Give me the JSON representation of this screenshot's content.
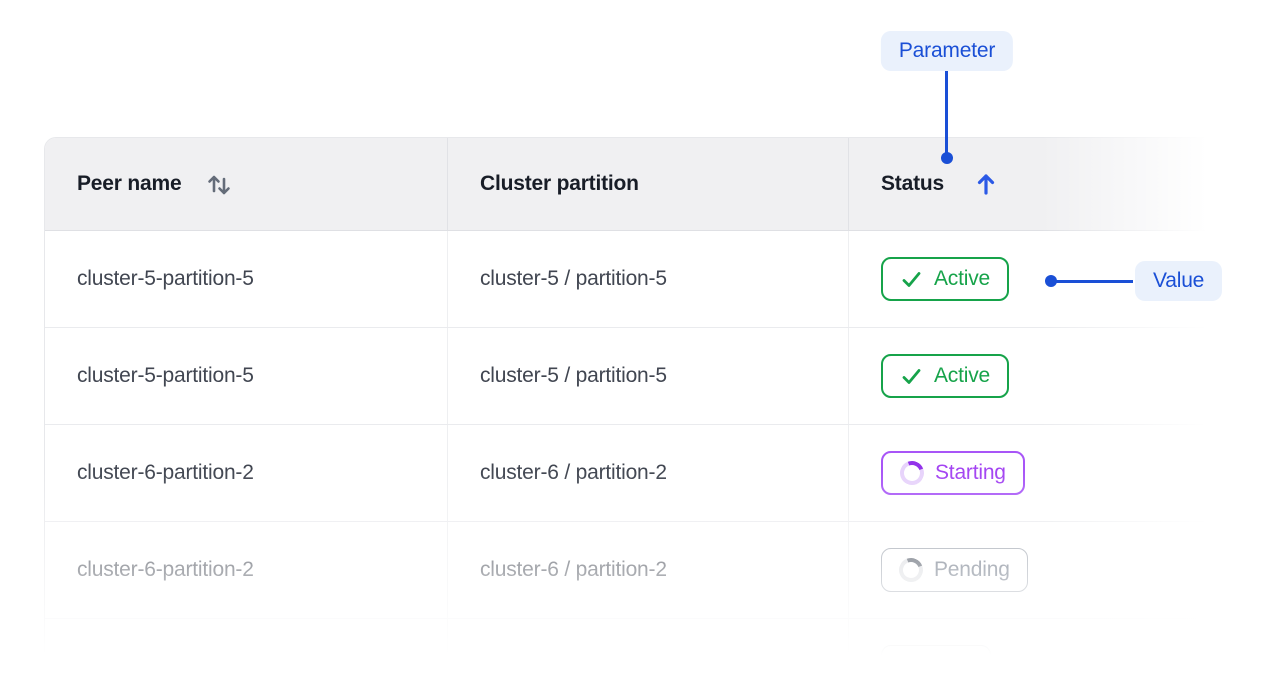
{
  "annotations": {
    "parameter_label": "Parameter",
    "value_label": "Value"
  },
  "table": {
    "columns": [
      {
        "label": "Peer name",
        "sortable": true,
        "sort_state": "none"
      },
      {
        "label": "Cluster partition",
        "sortable": false
      },
      {
        "label": "Status",
        "sortable": true,
        "sort_state": "ascending"
      }
    ],
    "rows": [
      {
        "peer_name": "cluster-5-partition-5",
        "cluster_partition": "cluster-5 / partition-5",
        "status": "Active",
        "status_kind": "active"
      },
      {
        "peer_name": "cluster-5-partition-5",
        "cluster_partition": "cluster-5 / partition-5",
        "status": "Active",
        "status_kind": "active"
      },
      {
        "peer_name": "cluster-6-partition-2",
        "cluster_partition": "cluster-6 / partition-2",
        "status": "Starting",
        "status_kind": "starting"
      },
      {
        "peer_name": "cluster-6-partition-2",
        "cluster_partition": "cluster-6 / partition-2",
        "status": "Pending",
        "status_kind": "pending"
      },
      {
        "peer_name": "",
        "cluster_partition": "",
        "status": "",
        "status_kind": "ghost"
      }
    ]
  },
  "colors": {
    "accent_blue": "#1A4FD6",
    "callout_bg": "#EAF1FC",
    "status_active": "#16A34A",
    "status_starting": "#A855F7",
    "status_pending": "#99A0AB",
    "header_bg": "#F0F0F2",
    "header_text": "#181D27",
    "cell_text": "#414651",
    "divider": "#EAEBEE"
  }
}
